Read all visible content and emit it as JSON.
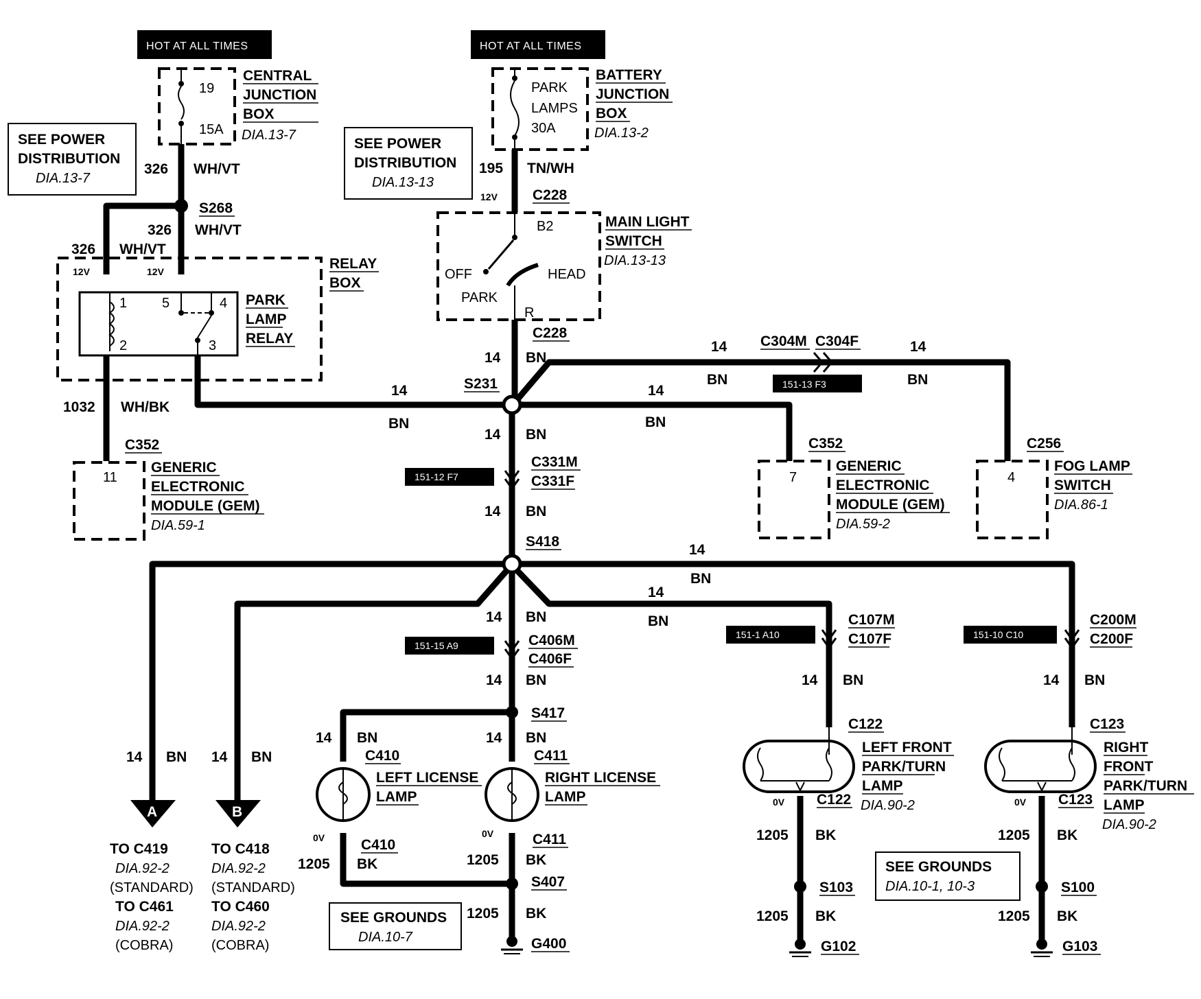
{
  "hot_at_all_times": "HOT AT ALL TIMES",
  "central_junction_box": {
    "name_lines": [
      "CENTRAL",
      "JUNCTION",
      "BOX"
    ],
    "ref": "DIA.13-7",
    "fuse_top": "19",
    "fuse_bottom": "15A"
  },
  "battery_junction_box": {
    "name_lines": [
      "BATTERY",
      "JUNCTION",
      "BOX"
    ],
    "ref": "DIA.13-2",
    "fuse_lines": [
      "PARK",
      "LAMPS",
      "30A"
    ]
  },
  "see_power_left": {
    "lines": [
      "SEE POWER",
      "DISTRIBUTION"
    ],
    "ref": "DIA.13-7"
  },
  "see_power_mid": {
    "lines": [
      "SEE POWER",
      "DISTRIBUTION"
    ],
    "ref": "DIA.13-13"
  },
  "main_light_switch": {
    "name_lines": [
      "MAIN LIGHT",
      "SWITCH"
    ],
    "ref": "DIA.13-13",
    "b2": "B2",
    "off": "OFF",
    "head": "HEAD",
    "park": "PARK",
    "r": "R"
  },
  "relay_box": {
    "name_lines": [
      "RELAY",
      "BOX"
    ]
  },
  "park_lamp_relay": {
    "name_lines": [
      "PARK",
      "LAMP",
      "RELAY"
    ],
    "pins": [
      "1",
      "5",
      "4",
      "2",
      "3"
    ]
  },
  "gem_left": {
    "pin": "11",
    "name_lines": [
      "GENERIC",
      "ELECTRONIC",
      "MODULE (GEM)"
    ],
    "ref": "DIA.59-1"
  },
  "gem_right": {
    "pin": "7",
    "name_lines": [
      "GENERIC",
      "ELECTRONIC",
      "MODULE (GEM)"
    ],
    "ref": "DIA.59-2"
  },
  "fog_lamp_switch": {
    "pin": "4",
    "name_lines": [
      "FOG LAMP",
      "SWITCH"
    ],
    "ref": "DIA.86-1"
  },
  "wires": {
    "w326": "326",
    "whvt": "WH/VT",
    "w195": "195",
    "tnwh": "TN/WH",
    "w1032": "1032",
    "whbk": "WH/BK",
    "w14": "14",
    "bn": "BN",
    "w1205": "1205",
    "bk": "BK"
  },
  "voltages": {
    "v12": "12V",
    "v0": "0V"
  },
  "splices": [
    "S268",
    "S231",
    "S418",
    "S417",
    "S407",
    "S103",
    "S100"
  ],
  "connectors": {
    "c228": "C228",
    "c304m": "C304M",
    "c304f": "C304F",
    "c352": "C352",
    "c256": "C256",
    "c331m": "C331M",
    "c331f": "C331F",
    "c406m": "C406M",
    "c406f": "C406F",
    "c107m": "C107M",
    "c107f": "C107F",
    "c200m": "C200M",
    "c200f": "C200F",
    "c410": "C410",
    "c411": "C411",
    "c122": "C122",
    "c123": "C123"
  },
  "refs": {
    "r_151_13_f3": "151-13 F3",
    "r_151_12_f7": "151-12 F7",
    "r_151_15_a9": "151-15 A9",
    "r_151_1_a10": "151-1 A10",
    "r_151_10_c10": "151-10 C10"
  },
  "left_license_lamp": {
    "name_lines": [
      "LEFT LICENSE",
      "LAMP"
    ]
  },
  "right_license_lamp": {
    "name_lines": [
      "RIGHT LICENSE",
      "LAMP"
    ]
  },
  "left_front_lamp": {
    "name_lines": [
      "LEFT FRONT",
      "PARK/TURN",
      "LAMP"
    ],
    "ref": "DIA.90-2"
  },
  "right_front_lamp": {
    "name_lines": [
      "RIGHT",
      "FRONT",
      "PARK/TURN",
      "LAMP"
    ],
    "ref": "DIA.90-2"
  },
  "arrow_a": {
    "letter": "A",
    "lines": [
      "TO C419",
      "DIA.92-2",
      "(STANDARD)",
      "TO C461",
      "DIA.92-2",
      "(COBRA)"
    ]
  },
  "arrow_b": {
    "letter": "B",
    "lines": [
      "TO C418",
      "DIA.92-2",
      "(STANDARD)",
      "TO C460",
      "DIA.92-2",
      "(COBRA)"
    ]
  },
  "grounds": [
    "G400",
    "G102",
    "G103"
  ],
  "see_grounds_left": {
    "line": "SEE GROUNDS",
    "ref": "DIA.10-7"
  },
  "see_grounds_right": {
    "line": "SEE GROUNDS",
    "ref": "DIA.10-1, 10-3"
  }
}
